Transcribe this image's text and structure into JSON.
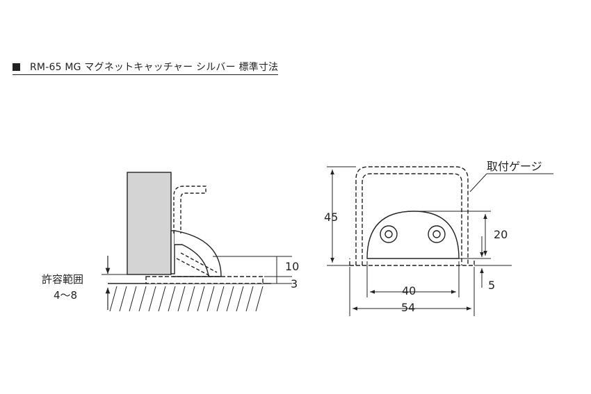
{
  "title": "RM-65 MG マグネットキャッチャー シルバー 標準寸法",
  "labels": {
    "tolerance": "許容範囲",
    "tolerance_range": "4～8",
    "dim_10": "10",
    "dim_3": "3",
    "gauge": "取付ゲージ",
    "dim_45": "45",
    "dim_20": "20",
    "dim_5": "5",
    "dim_40": "40",
    "dim_54": "54"
  }
}
